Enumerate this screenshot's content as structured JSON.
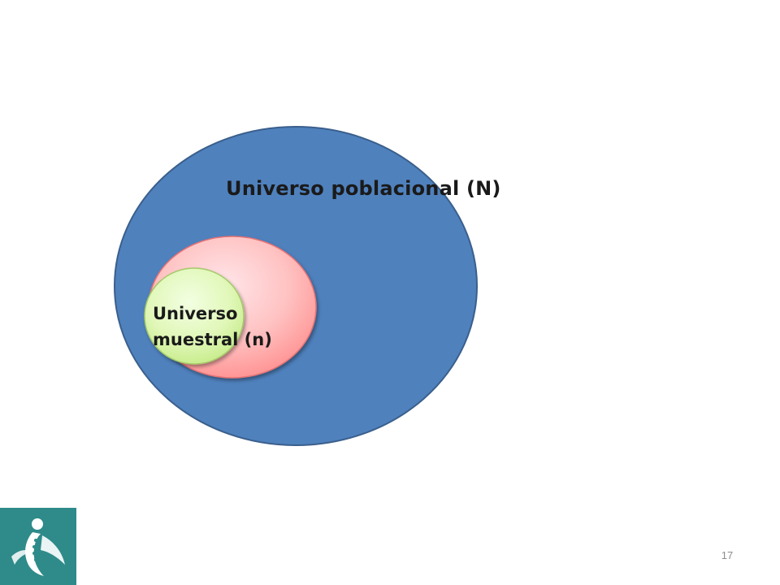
{
  "diagram": {
    "outer_set": {
      "label": "Universo poblacional (N)",
      "fill": "#4f81bd",
      "stroke": "#3a5f8c"
    },
    "middle_set": {
      "fill": "#ff9b9b",
      "stroke": "#e57373"
    },
    "inner_set": {
      "label_line1": "Universo",
      "label_line2": "muestral (n)",
      "fill": "#d9f5a8",
      "stroke": "#a6c96a"
    }
  },
  "footer": {
    "page_number": "17",
    "logo_icon": "stylized-figure-logo-icon",
    "logo_background": "#2e8b8a"
  }
}
